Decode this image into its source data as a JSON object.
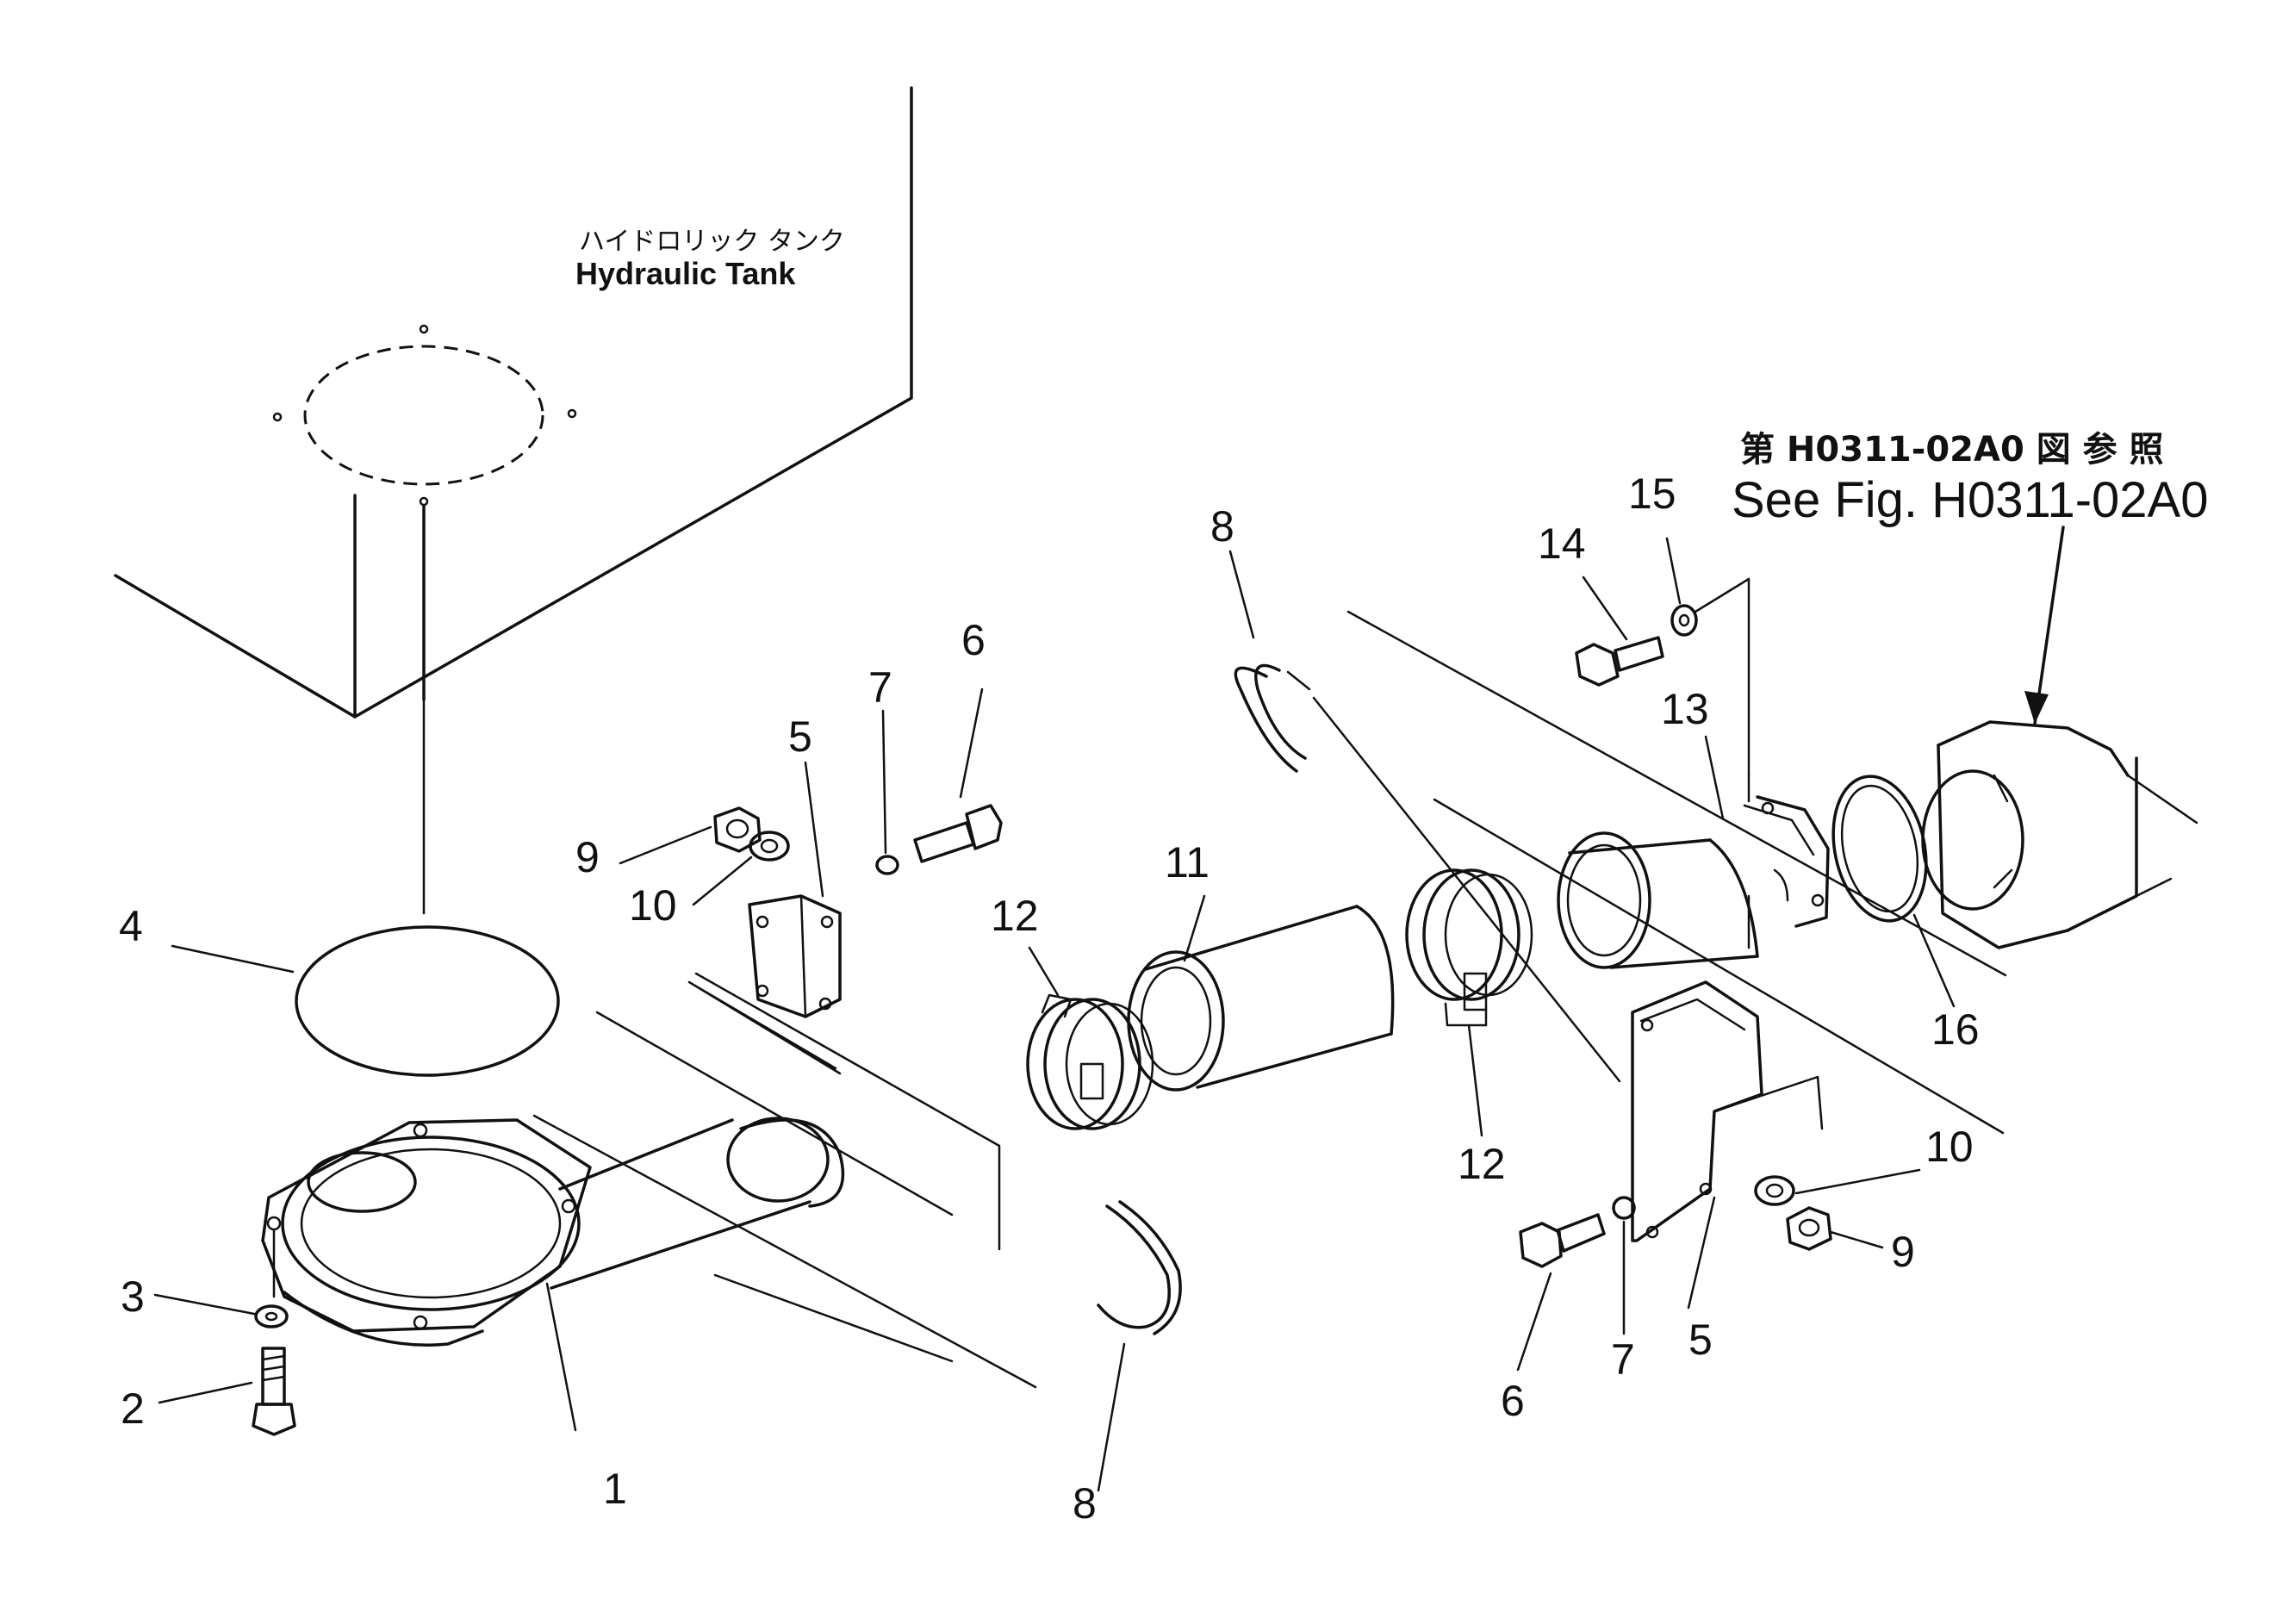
{
  "annotations": {
    "tank_label_jp": "ハイドロリック タンク",
    "tank_label_en": "Hydraulic Tank",
    "reference_jp": "第 H0311-02A0 図 参 照",
    "reference_en": "See Fig. H0311-02A0"
  },
  "callouts": [
    {
      "id": "c1",
      "label": "1"
    },
    {
      "id": "c2",
      "label": "2"
    },
    {
      "id": "c3",
      "label": "3"
    },
    {
      "id": "c4",
      "label": "4"
    },
    {
      "id": "c5a",
      "label": "5"
    },
    {
      "id": "c5b",
      "label": "5"
    },
    {
      "id": "c6a",
      "label": "6"
    },
    {
      "id": "c6b",
      "label": "6"
    },
    {
      "id": "c7a",
      "label": "7"
    },
    {
      "id": "c7b",
      "label": "7"
    },
    {
      "id": "c8a",
      "label": "8"
    },
    {
      "id": "c8b",
      "label": "8"
    },
    {
      "id": "c9a",
      "label": "9"
    },
    {
      "id": "c9b",
      "label": "9"
    },
    {
      "id": "c10a",
      "label": "10"
    },
    {
      "id": "c10b",
      "label": "10"
    },
    {
      "id": "c11",
      "label": "11"
    },
    {
      "id": "c12a",
      "label": "12"
    },
    {
      "id": "c12b",
      "label": "12"
    },
    {
      "id": "c13",
      "label": "13"
    },
    {
      "id": "c14",
      "label": "14"
    },
    {
      "id": "c15",
      "label": "15"
    },
    {
      "id": "c16",
      "label": "16"
    }
  ]
}
